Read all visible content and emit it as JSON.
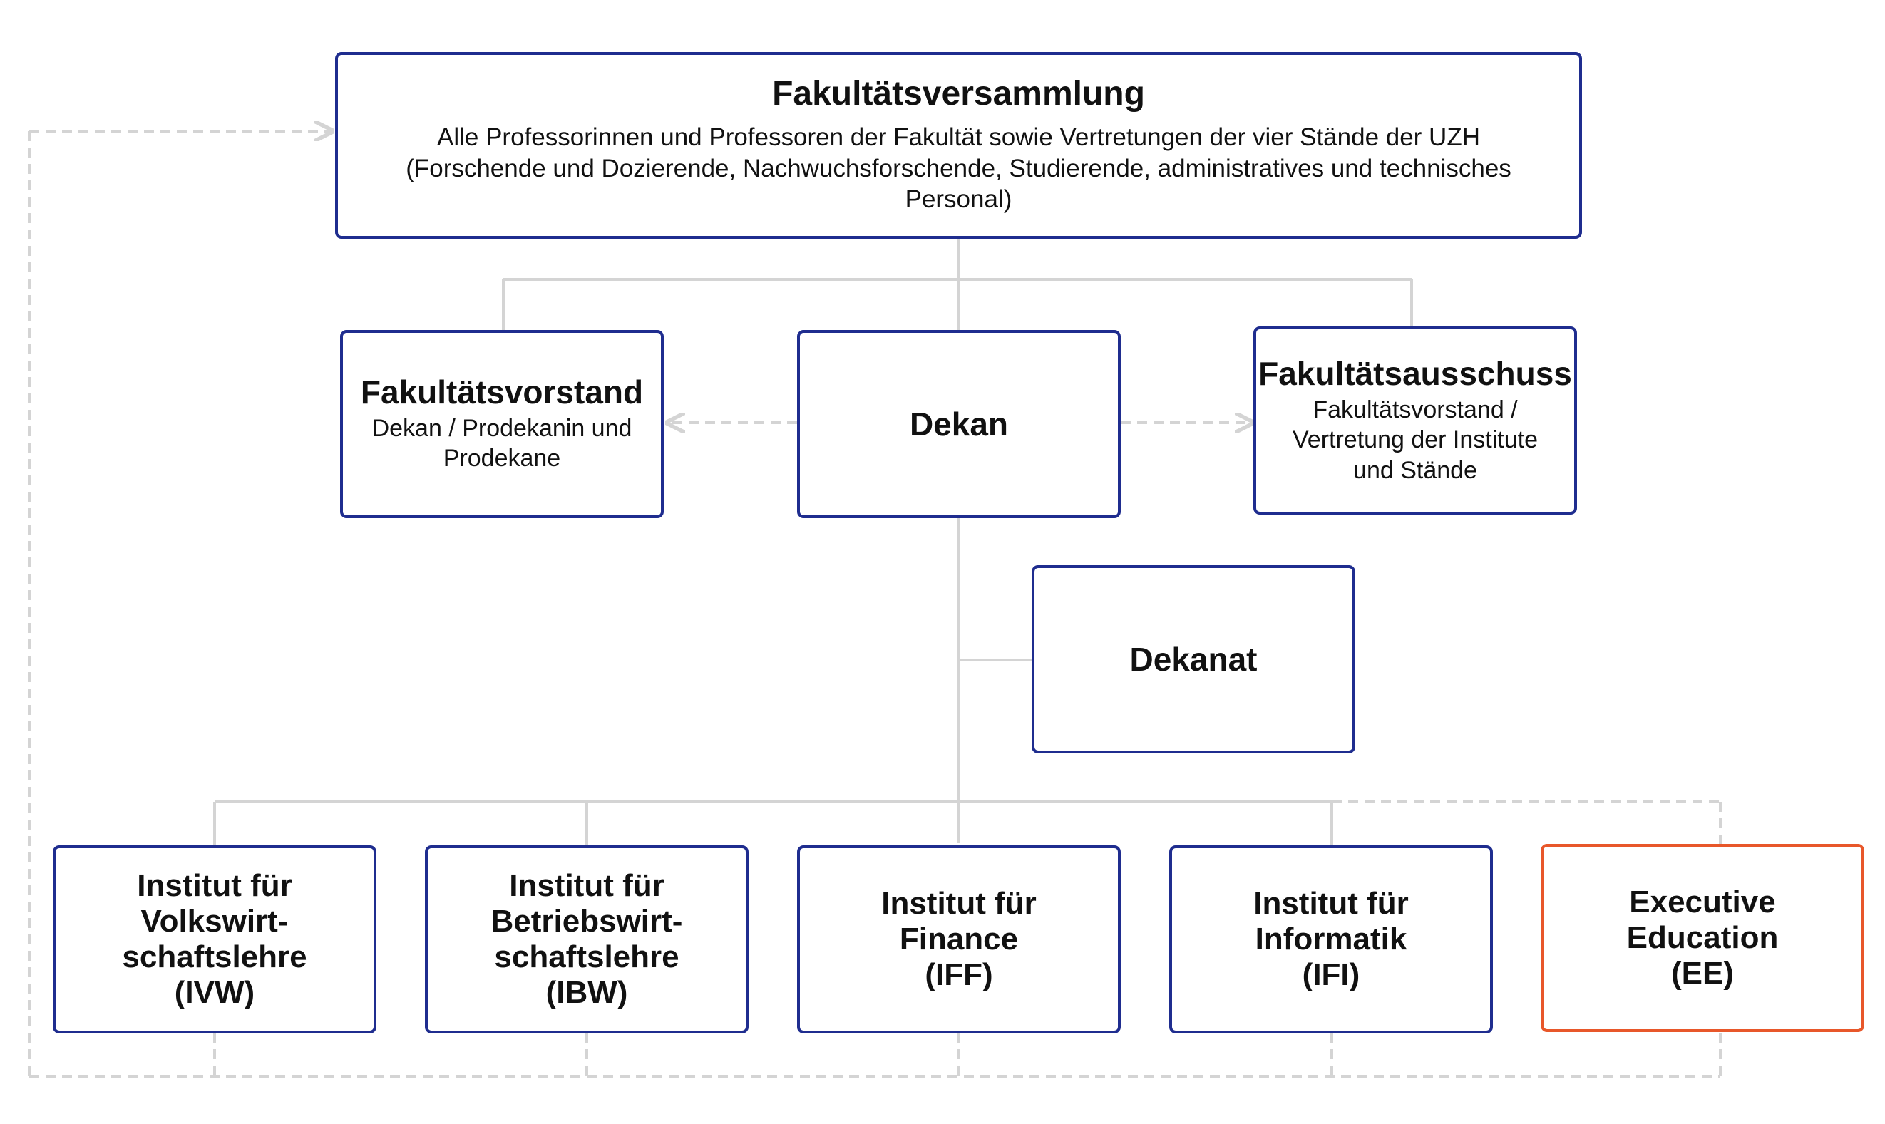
{
  "colors": {
    "node_border": "#1f2d8f",
    "accent_border": "#e8572a",
    "connector": "#d4d4d4"
  },
  "nodes": {
    "assembly": {
      "title": "Fakultätsversammlung",
      "description": "Alle Professorinnen und Professoren der Fakultät sowie Vertretungen der vier Stände der UZH (Forschende und Dozierende, Nachwuchsforschende, Studierende, administratives und technisches Personal)"
    },
    "board": {
      "title": "Fakultätsvorstand",
      "description": "Dekan / Prodekanin und Prodekane"
    },
    "dean": {
      "title": "Dekan"
    },
    "committee": {
      "title": "Fakultätsausschuss",
      "description": "Fakultätsvorstand / Vertretung der Institute und Stände"
    },
    "deanery": {
      "title": "Dekanat"
    },
    "institutes": [
      {
        "label": "Institut für\nVolkswirt-\nschaftslehre\n(IVW)"
      },
      {
        "label": "Institut für\nBetriebswirt-\nschaftslehre\n(IBW)"
      },
      {
        "label": "Institut für\nFinance\n(IFF)"
      },
      {
        "label": "Institut für\nInformatik\n(IFI)"
      },
      {
        "label": "Executive\nEducation\n(EE)"
      }
    ]
  }
}
